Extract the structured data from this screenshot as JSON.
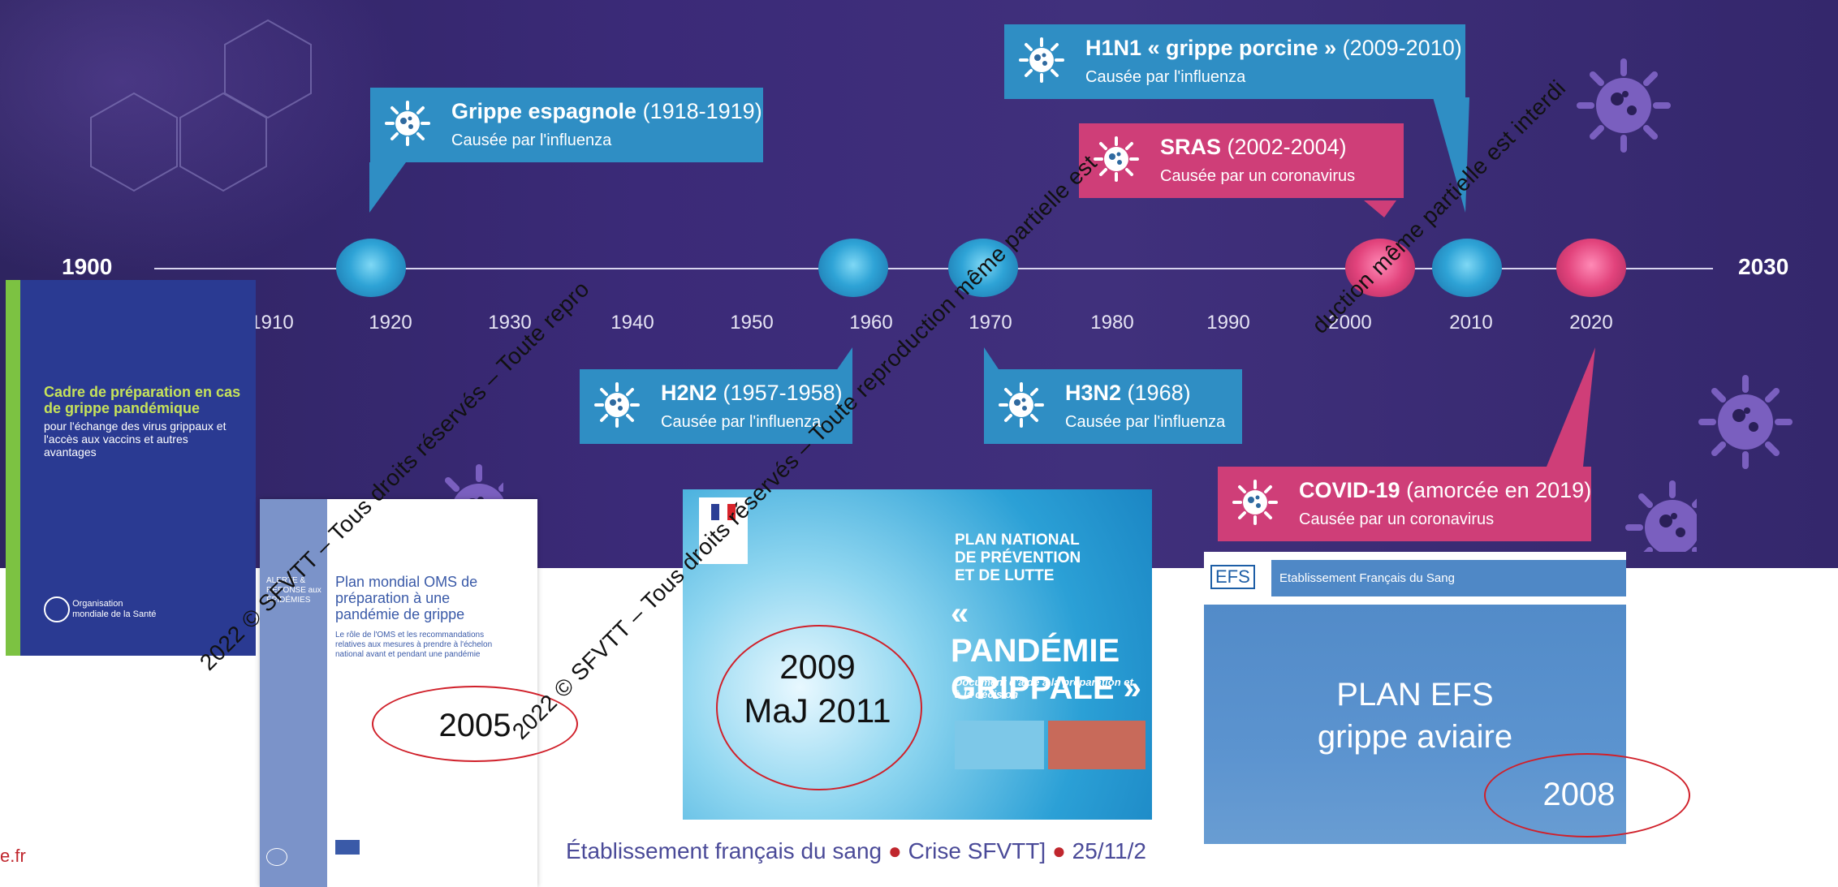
{
  "timeline": {
    "start_year": "1900",
    "end_year": "2030",
    "ticks": [
      "1910",
      "1920",
      "1930",
      "1940",
      "1950",
      "1960",
      "1970",
      "1980",
      "1990",
      "2000",
      "2010",
      "2020"
    ],
    "events": [
      {
        "name": "Grippe espagnole",
        "years": "(1918-1919)",
        "cause": "Causée par l'influenza",
        "color": "#2f8ec4"
      },
      {
        "name": "H2N2",
        "years": "(1957-1958)",
        "cause": "Causée par l'influenza",
        "color": "#2f8ec4"
      },
      {
        "name": "H3N2",
        "years": "(1968)",
        "cause": "Causée par l'influenza",
        "color": "#2f8ec4"
      },
      {
        "name": "SRAS",
        "years": "(2002-2004)",
        "cause": "Causée par un coronavirus",
        "color": "#cf3e78"
      },
      {
        "name": "H1N1 « grippe porcine »",
        "years": "(2009-2010)",
        "cause": "Causée par l'influenza",
        "color": "#2f8ec4"
      },
      {
        "name": "COVID-19",
        "years": "(amorcée en 2019)",
        "cause": "Causée par un coronavirus",
        "color": "#cf3e78"
      }
    ]
  },
  "documents": {
    "who_framework": {
      "title_line1": "Cadre de préparation en cas",
      "title_line2": "de grippe pandémique",
      "body": "pour l'échange des virus grippaux et l'accès aux vaccins et autres avantages",
      "org": "Organisation mondiale de la Santé"
    },
    "who_plan": {
      "side_text": "ALERTE & RÉPONSE aux ÉPIDÉMIES",
      "title": "Plan mondial OMS de préparation à une pandémie de grippe",
      "body": "Le rôle de l'OMS et les recommandations relatives aux mesures à prendre à l'échelon national avant et pendant une pandémie",
      "year": "2005"
    },
    "plan_national": {
      "title_a": "PLAN NATIONAL",
      "title_b": "DE PRÉVENTION",
      "title_c": "ET DE LUTTE",
      "title_d": "« PANDÉMIE",
      "title_e": "GRIPPALE »",
      "subtitle": "Document d'aide à la préparation et à la décision",
      "year_line1": "2009",
      "year_line2": "MaJ 2011"
    },
    "efs_plan": {
      "logo": "EFS",
      "header": "Etablissement Français du Sang",
      "title_line1": "PLAN EFS",
      "title_line2": "grippe aviaire",
      "year": "2008"
    }
  },
  "watermark": {
    "text1": "2022 © SFVTT – Tous droits réservés – Toute repro",
    "text2": "2022 © SFVTT – Tous droits réservés – Toute reproduction même partielle est",
    "text3": "duction même partielle est interdi"
  },
  "footer": {
    "left": "e.fr",
    "org": "Établissement français du sang",
    "event": "Crise SFVTT]",
    "date": "25/11/2"
  }
}
